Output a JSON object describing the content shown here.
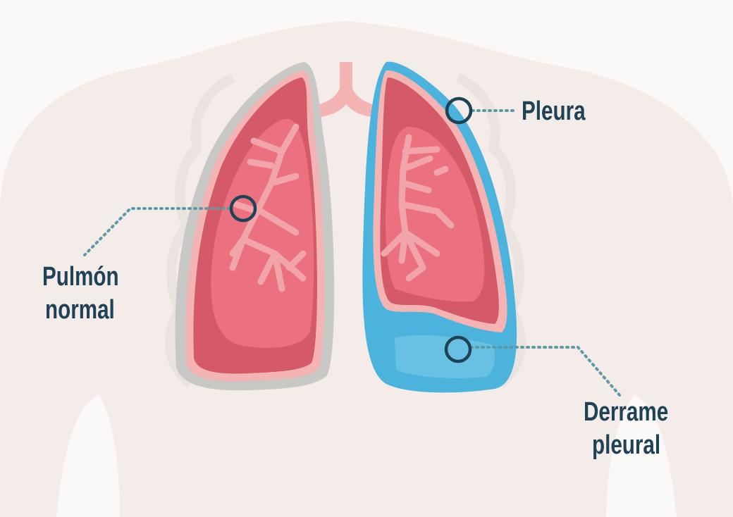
{
  "labels": {
    "pleura": "Pleura",
    "normal_lung_line1": "Pulmón",
    "normal_lung_line2": "normal",
    "effusion_line1": "Derrame",
    "effusion_line2": "pleural"
  },
  "colors": {
    "background": "#fbf9f8",
    "body": "#f3ece8",
    "lung_dark": "#d45a68",
    "lung_light": "#ea717d",
    "pleura_pink": "#f4b4b4",
    "pleura_gray": "#c8c8c6",
    "fluid_blue": "#4bb3dc",
    "fluid_light": "#7cc8e6",
    "marker": "#1f4257",
    "leader_line": "#5d9aa8"
  }
}
